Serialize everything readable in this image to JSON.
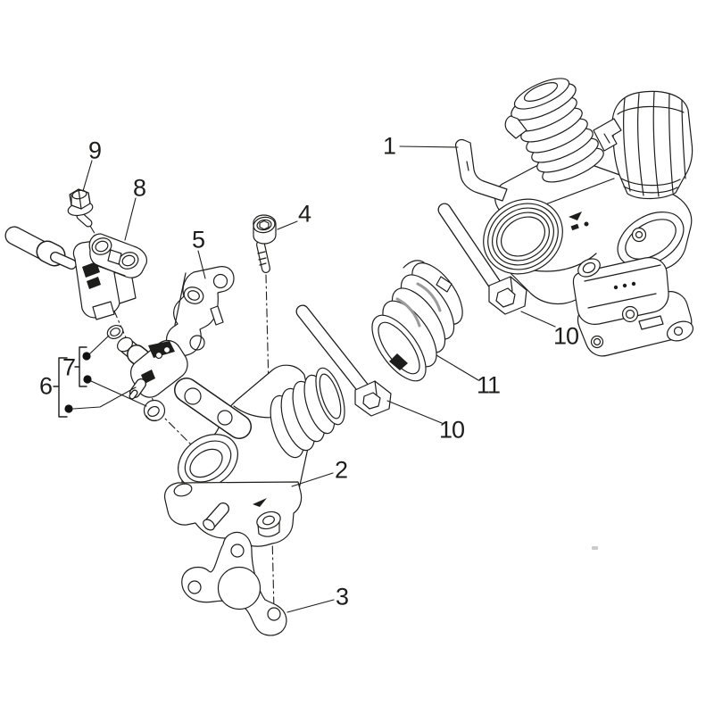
{
  "figure": {
    "type": "exploded-parts-diagram",
    "background": "#ffffff",
    "line_color": "#1d1d1b",
    "band_color": "#9a9a9a",
    "artifact_color": "#b5b5b5",
    "callouts": [
      {
        "label": "9"
      },
      {
        "label": "8"
      },
      {
        "label": "4"
      },
      {
        "label": "5"
      },
      {
        "label": "1"
      },
      {
        "label": "10"
      },
      {
        "label": "11"
      },
      {
        "label": "10"
      },
      {
        "label": "2"
      },
      {
        "label": "3"
      },
      {
        "label": "7"
      },
      {
        "label": "6"
      }
    ]
  }
}
